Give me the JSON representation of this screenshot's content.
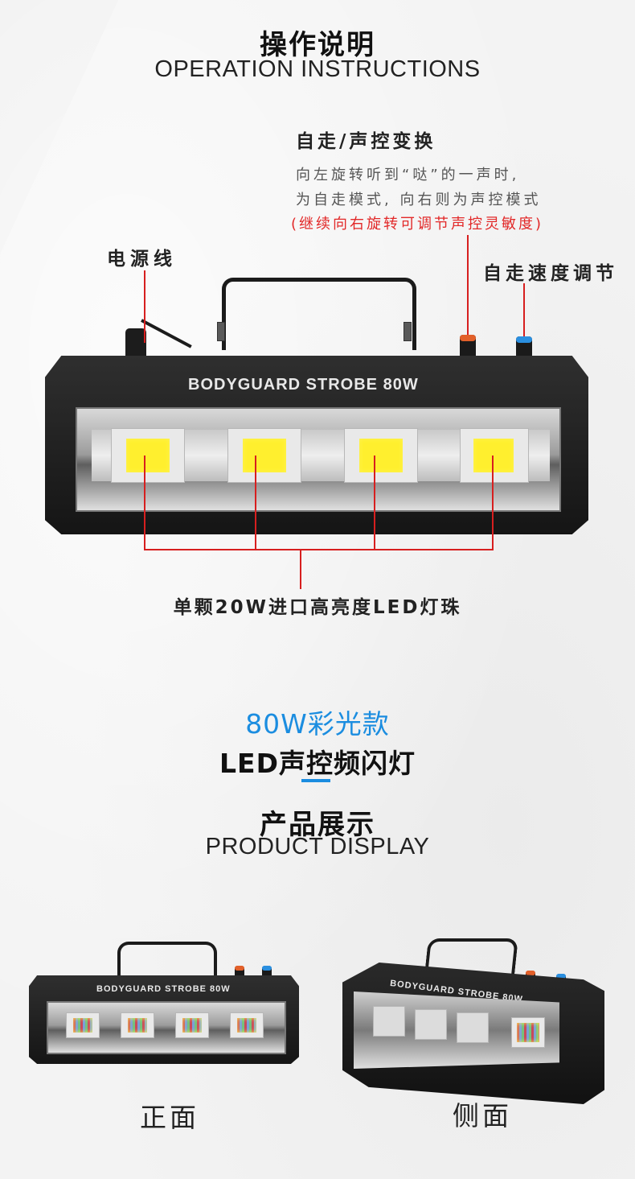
{
  "header": {
    "title_cn": "操作说明",
    "title_en": "OPERATION INSTRUCTIONS"
  },
  "annotations": {
    "mode_switch_title": "自走/声控变换",
    "mode_switch_line1": "向左旋转听到“哒”的一声时,",
    "mode_switch_line2": "为自走模式, 向右则为声控模式",
    "mode_switch_note": "(继续向右旋转可调节声控灵敏度)",
    "power_cord": "电源线",
    "speed_adjust": "自走速度调节",
    "led_beads": "单颗20W进口高亮度LED灯珠"
  },
  "product": {
    "brand_text": "BODYGUARD STROBE 80W",
    "knob_left_color": "#e2602a",
    "knob_right_color": "#2a8fe0"
  },
  "variant": {
    "color_model": "80W彩光款",
    "product_name": "LED声控频闪灯",
    "accent_color": "#1b8de0"
  },
  "display": {
    "title_cn": "产品展示",
    "title_en": "PRODUCT DISPLAY",
    "front_label": "正面",
    "side_label": "侧面",
    "front_brand": "BODYGUARD STROBE 80W",
    "side_brand": "BODYGUARD STROBE 80W"
  }
}
